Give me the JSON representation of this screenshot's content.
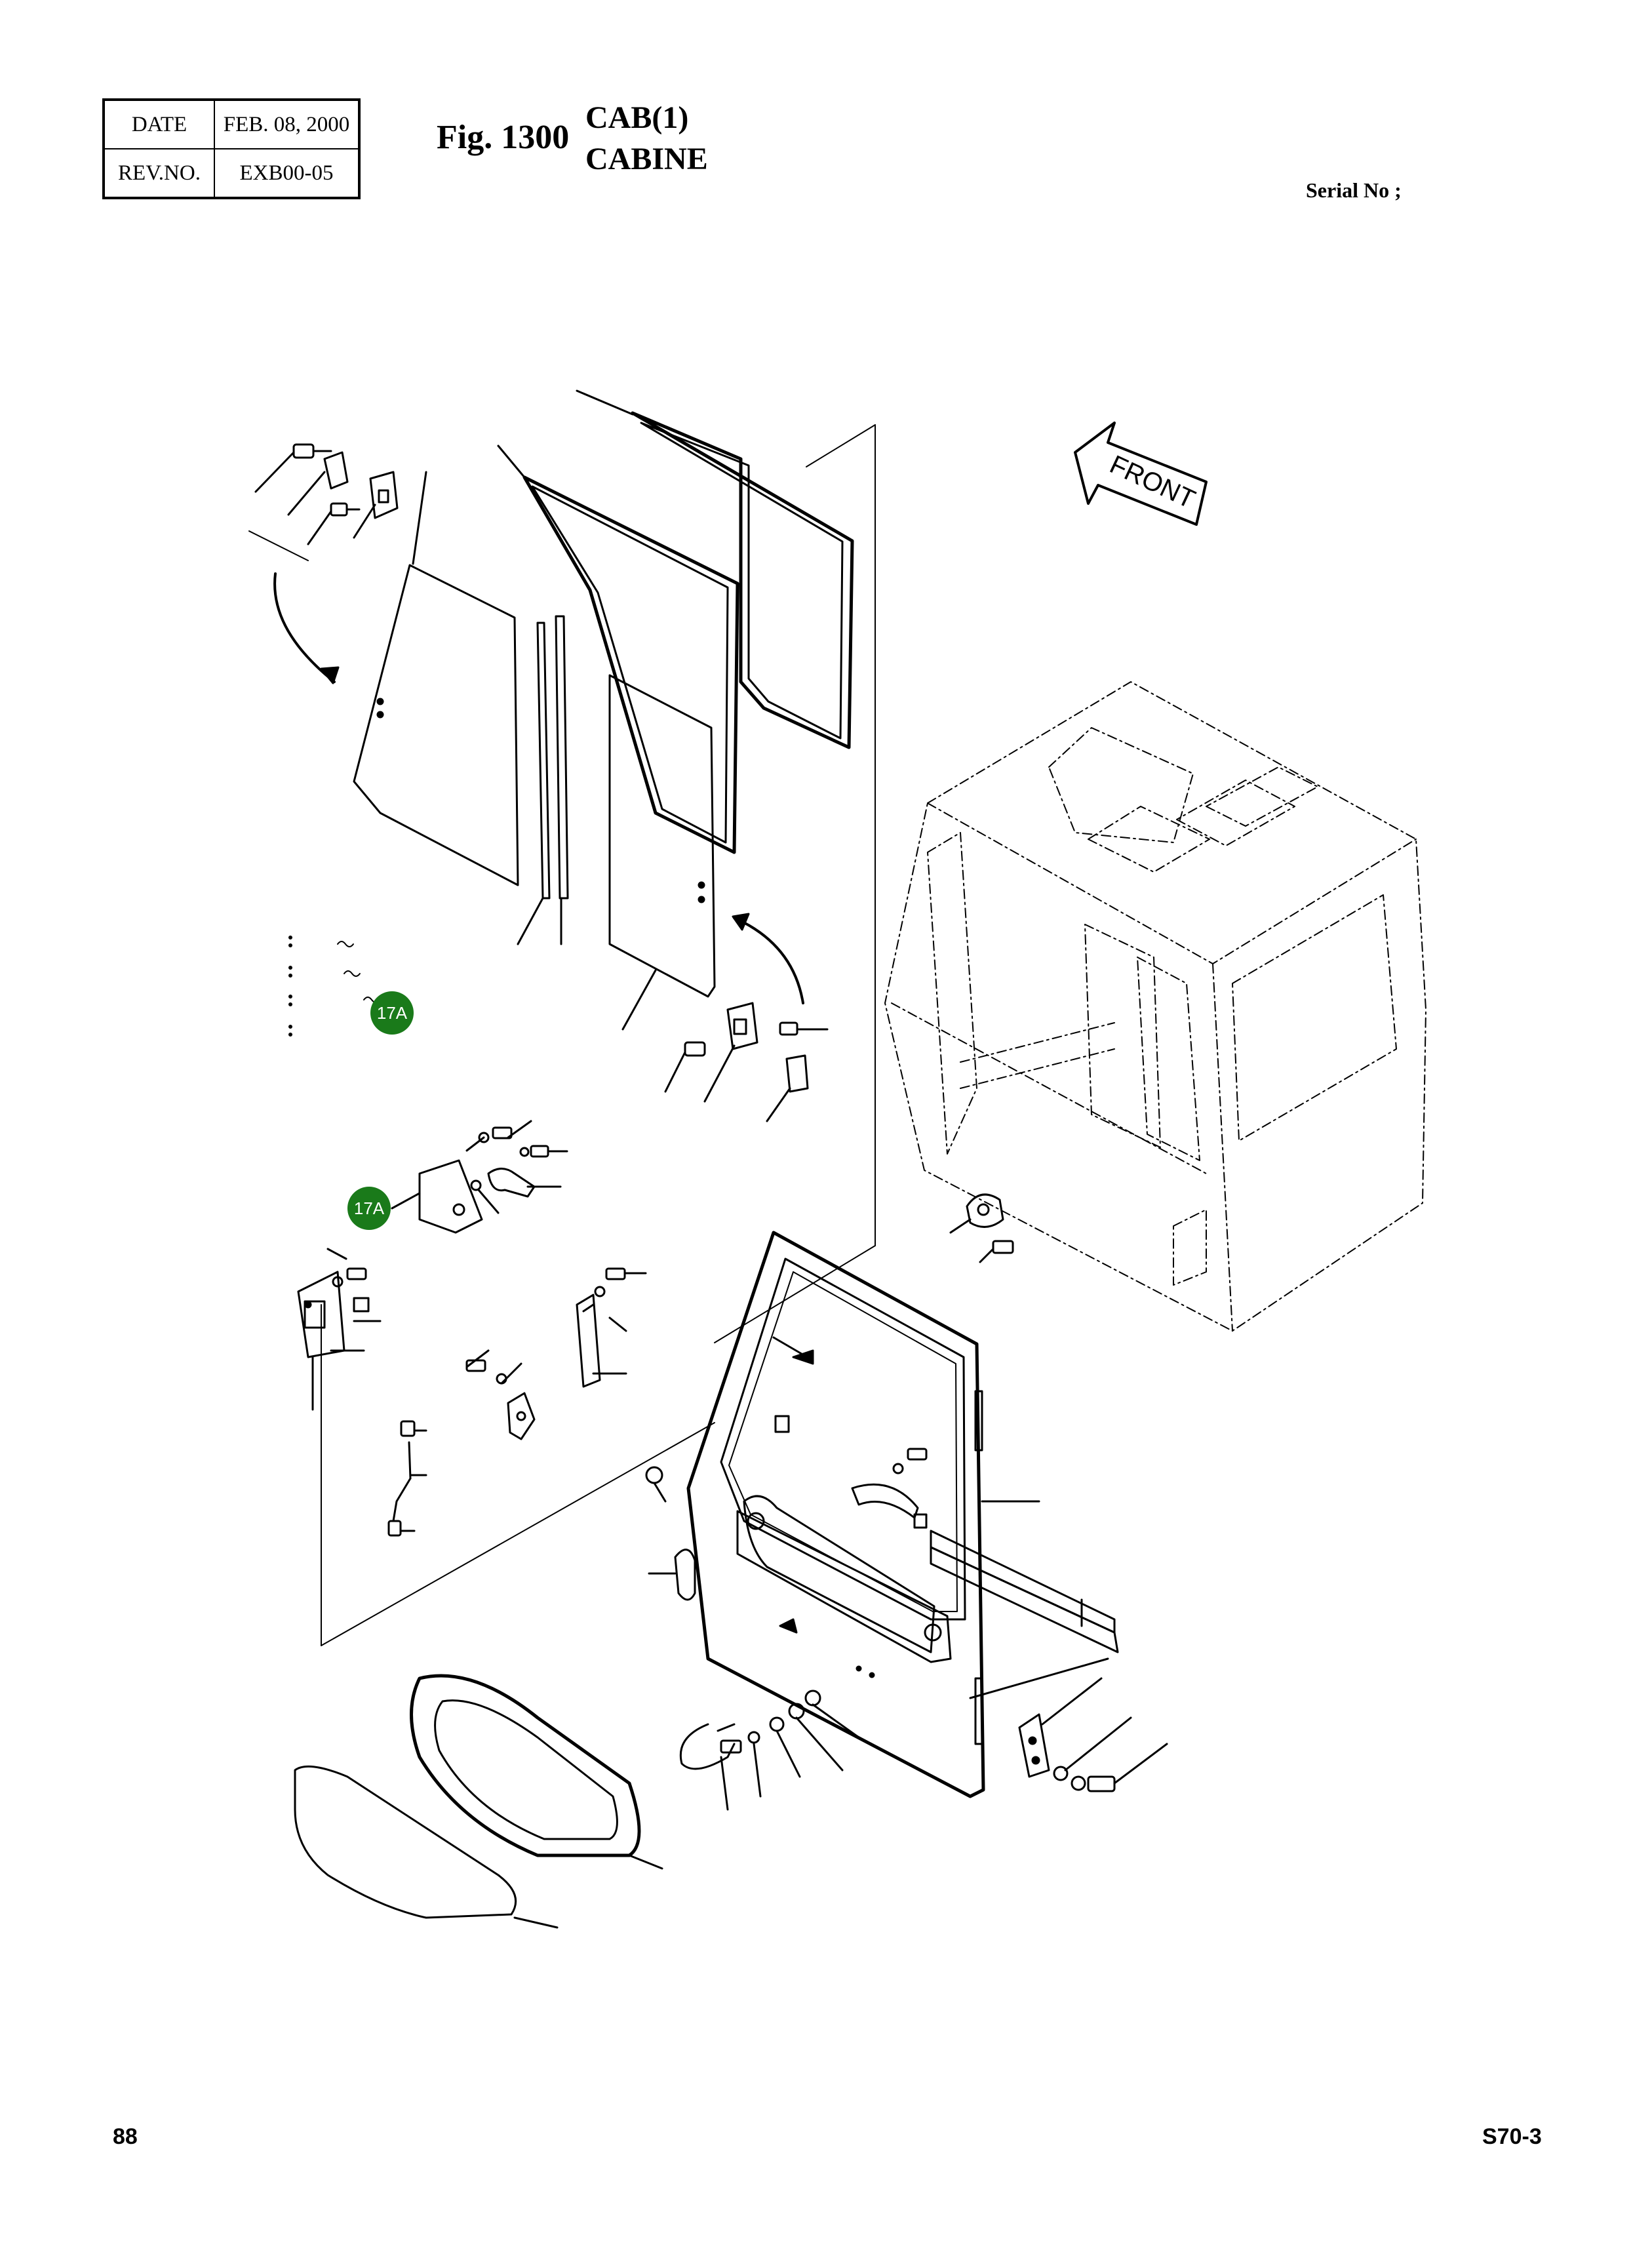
{
  "header": {
    "date_label": "DATE",
    "date_value": "FEB. 08, 2000",
    "rev_label": "REV.NO.",
    "rev_value": "EXB00-05",
    "fig_number": "Fig. 1300",
    "title_line1": "CAB(1)",
    "title_line2": "CABINE",
    "serial_label": "Serial No ;"
  },
  "drawing": {
    "front_label": "FRONT",
    "callouts": [
      "17A",
      "17A"
    ],
    "callout_color": "#1a7a1a"
  },
  "footer": {
    "page_number": "88",
    "model": "S70-3"
  }
}
